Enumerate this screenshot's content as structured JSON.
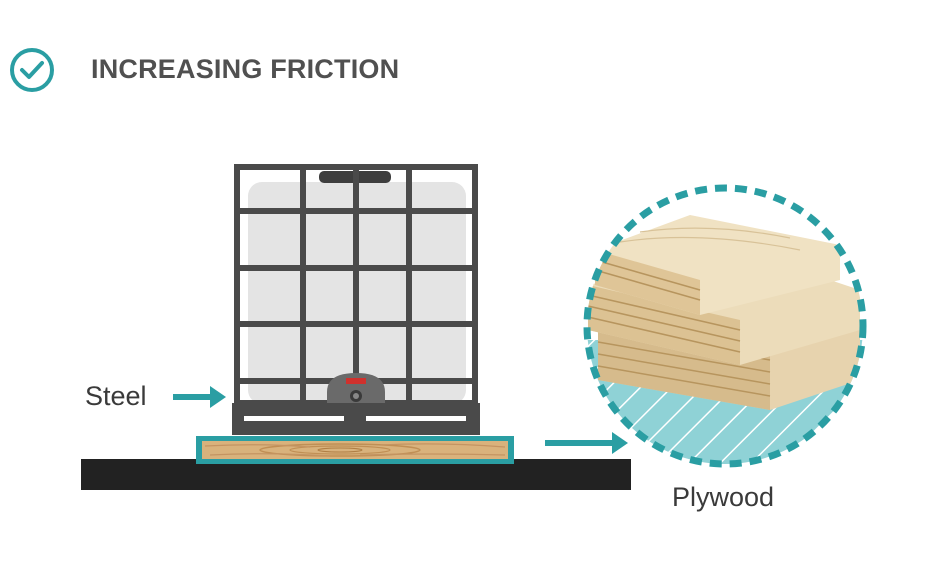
{
  "header": {
    "title": "INCREASING FRICTION",
    "icon": "check-circle-icon"
  },
  "labels": {
    "steel": "Steel",
    "plywood": "Plywood"
  },
  "colors": {
    "accent": "#2a9ea3",
    "title_text": "#505050",
    "frame": "#4a4a4a",
    "tank": "#e4e4e4",
    "floor": "#222222",
    "wood": "#d9b27c",
    "valve_red": "#d0312d"
  }
}
